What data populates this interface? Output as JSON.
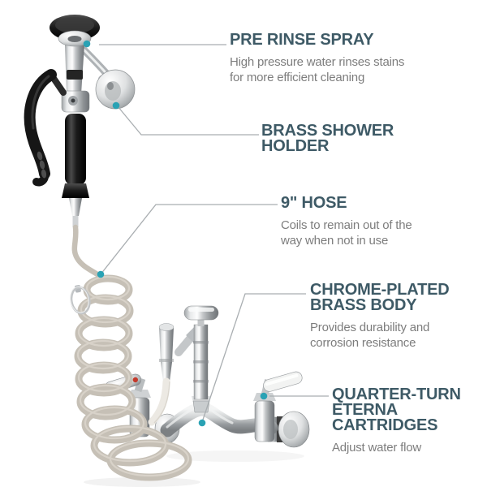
{
  "colors": {
    "background": "#ffffff",
    "heading": "#3e5a66",
    "subtitle": "#7d7d7d",
    "callout-line": "#a9aeb1",
    "marker-dot": "#2aa2b4",
    "hose": "#c6c0b6",
    "hose-highlight": "#ded9d0",
    "red-index": "#c4392b"
  },
  "callouts": [
    {
      "id": "pre-rinse-spray",
      "title": "PRE RINSE SPRAY",
      "description": "High pressure water rinses stains\nfor more efficient cleaning"
    },
    {
      "id": "brass-shower-holder",
      "title": "BRASS SHOWER\nHOLDER",
      "description": ""
    },
    {
      "id": "nine-inch-hose",
      "title": "9\" HOSE",
      "description": "Coils to remain out of the\nway when not in use"
    },
    {
      "id": "chrome-plated-brass-body",
      "title": "CHROME-PLATED\nBRASS BODY",
      "description": "Provides durability and\ncorrosion resistance"
    },
    {
      "id": "quarter-turn-eterna-cartridges",
      "title": "QUARTER-TURN\nETERNA\nCARTRIDGES",
      "description": "Adjust water flow"
    }
  ]
}
